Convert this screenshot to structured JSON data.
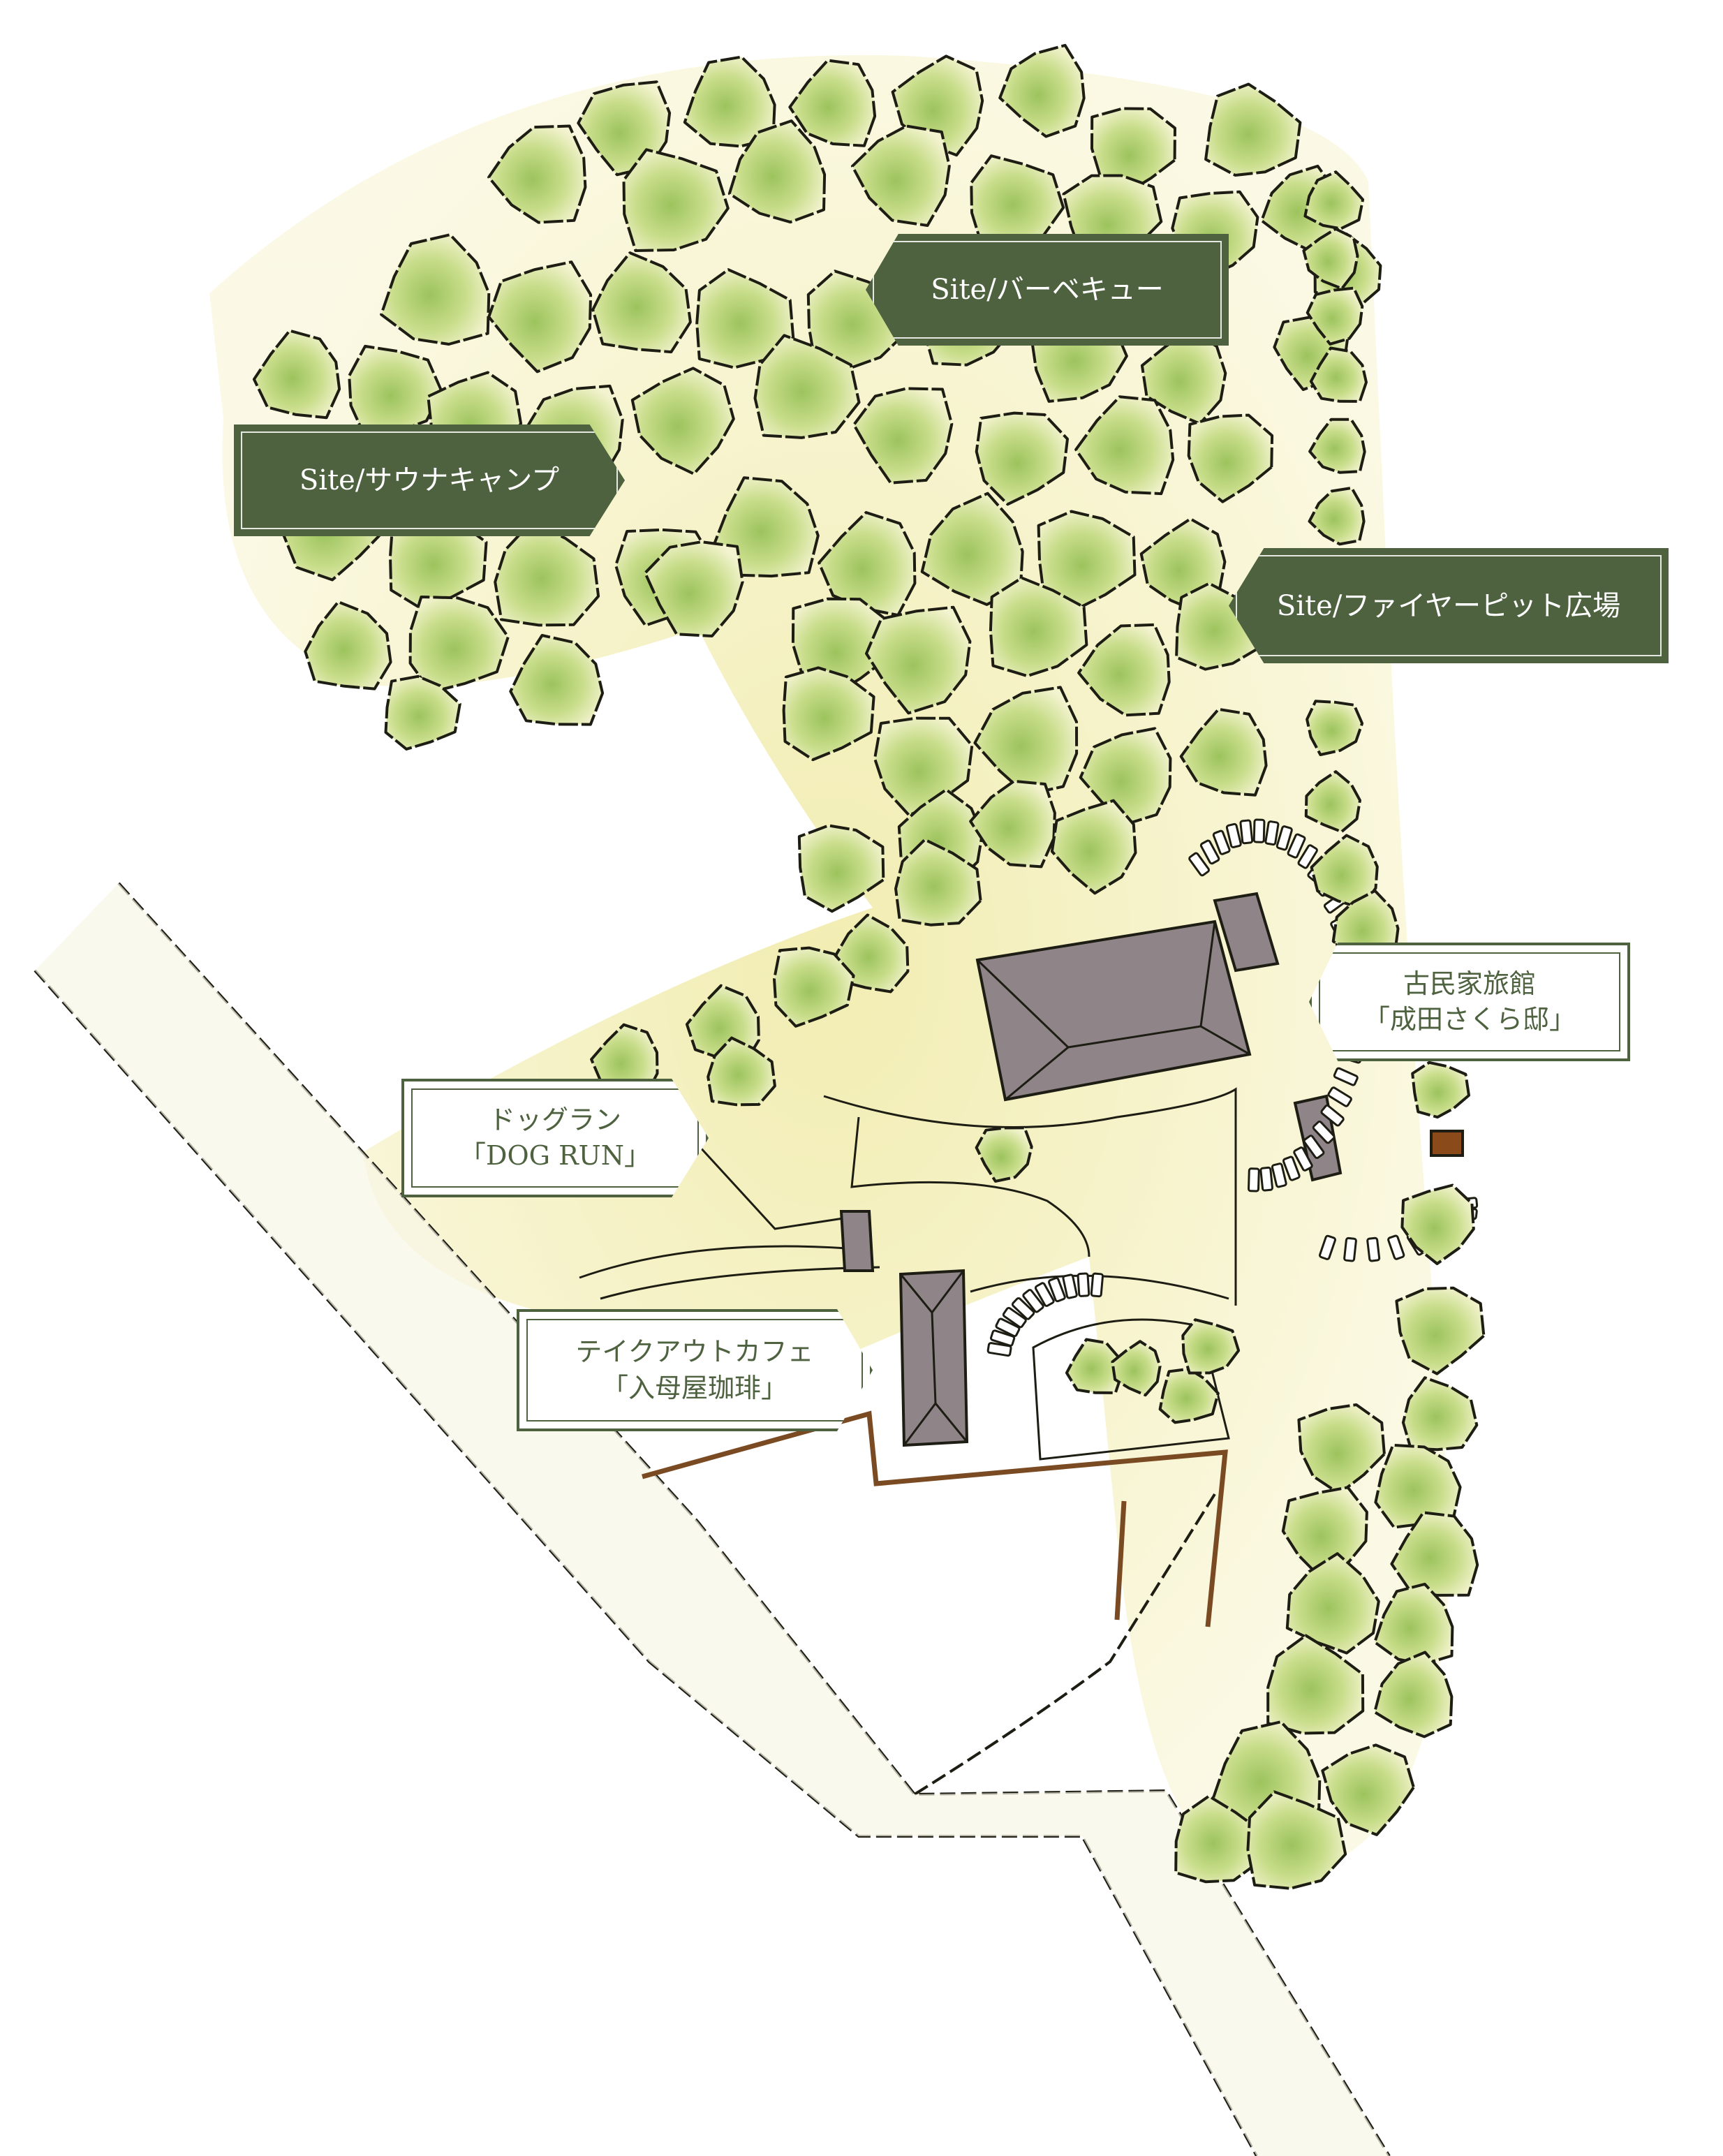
{
  "map": {
    "colors": {
      "tree_outline": "#1d1d14",
      "tree_fill": "#c8dd8a",
      "tree_fill_dark": "#9cc35d",
      "ground_wash": "#f2efbd",
      "building_roof": "#8f8589",
      "fence": "#7a4a22",
      "label_dark": "#4e6240",
      "label_light_bg": "#ffffff"
    },
    "labels": {
      "bbq": "Site/バーベキュー",
      "sauna": "Site/サウナキャンプ",
      "firepit": "Site/ファイヤーピット広場",
      "inn_line1": "古民家旅館",
      "inn_line2": "「成田さくら邸」",
      "dogrun_line1": "ドッグラン",
      "dogrun_line2": "「DOG RUN」",
      "cafe_line1": "テイクアウトカフェ",
      "cafe_line2": "「入母屋珈琲」"
    }
  }
}
